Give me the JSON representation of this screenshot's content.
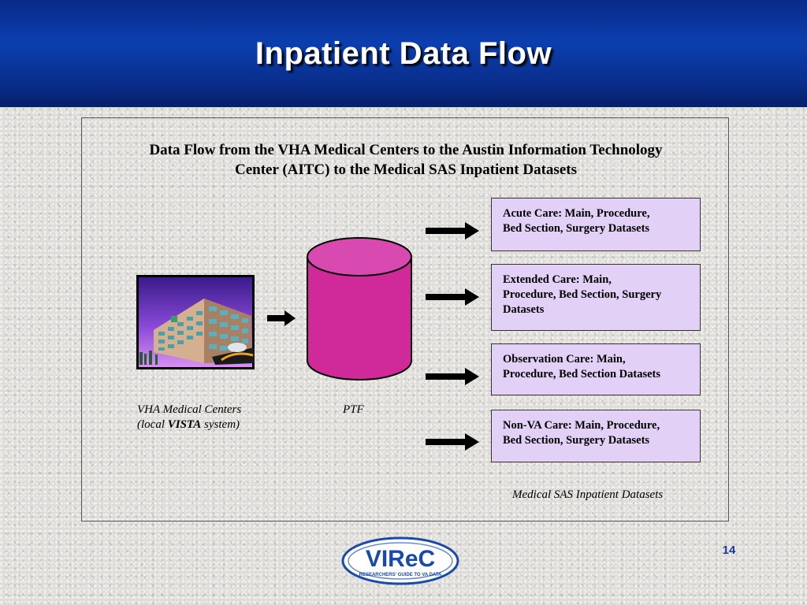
{
  "slide": {
    "title": "Inpatient Data Flow",
    "page_number": "14"
  },
  "diagram": {
    "heading_line1": "Data Flow from the VHA Medical Centers to the Austin Information Technology",
    "heading_line2": "Center (AITC) to the Medical SAS Inpatient Datasets",
    "source": {
      "caption_line1": "VHA Medical Centers",
      "caption_line2_prefix": "(local ",
      "caption_line2_bold": "VISTA",
      "caption_line2_suffix": " system)",
      "icon": "hospital-building-icon"
    },
    "store": {
      "caption": "PTF",
      "icon": "database-cylinder-icon",
      "color": "#d02a9a"
    },
    "datasets": [
      {
        "line1": "Acute Care: Main, Procedure,",
        "line2": "Bed Section, Surgery Datasets",
        "line3": ""
      },
      {
        "line1": "Extended Care: Main,",
        "line2": "Procedure, Bed Section, Surgery",
        "line3": "Datasets"
      },
      {
        "line1": "Observation Care: Main,",
        "line2": "Procedure, Bed Section Datasets",
        "line3": ""
      },
      {
        "line1": "Non-VA Care: Main, Procedure,",
        "line2": "Bed Section, Surgery Datasets",
        "line3": ""
      }
    ],
    "datasets_caption": "Medical SAS Inpatient Datasets",
    "box_color": "#e2d0f7"
  },
  "logo": {
    "name": "VIReC",
    "tagline": "RESEARCHERS' GUIDE TO VA DATA"
  },
  "colors": {
    "header_blue": "#0b3fae",
    "page_number": "#1a3aa0"
  }
}
